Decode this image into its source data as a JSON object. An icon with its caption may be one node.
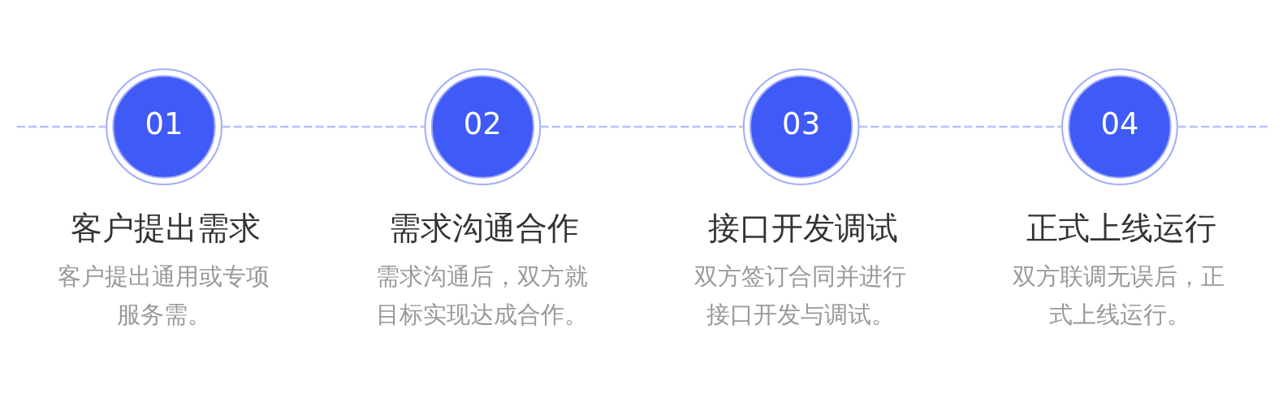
{
  "diagram": {
    "nodes": [
      {
        "text": [
          "01"
        ],
        "beside": [
          "客户提出需求",
          "客户提出通用或专项服务需。"
        ]
      },
      {
        "text": [
          "02"
        ],
        "beside": [
          "需求沟通合作",
          "需求沟通后，双方就目标实现达成合作。"
        ]
      },
      {
        "text": [
          "03"
        ],
        "beside": [
          "接口开发调试",
          "双方签订合同并进行接口开发与调试。"
        ]
      },
      {
        "text": [
          "04"
        ],
        "beside": [
          "正式上线运行",
          "双方联调无误后，正式上线运行。"
        ]
      }
    ],
    "edges": [
      {
        "from": null,
        "to": 0,
        "arrow": "none",
        "style": "dashed"
      },
      {
        "from": 0,
        "to": 1,
        "arrow": "none",
        "style": "dashed"
      },
      {
        "from": 1,
        "to": 2,
        "arrow": "none",
        "style": "dashed"
      },
      {
        "from": 2,
        "to": 3,
        "arrow": "none",
        "style": "dashed"
      },
      {
        "from": 3,
        "to": null,
        "arrow": "none",
        "style": "dashed"
      }
    ]
  }
}
